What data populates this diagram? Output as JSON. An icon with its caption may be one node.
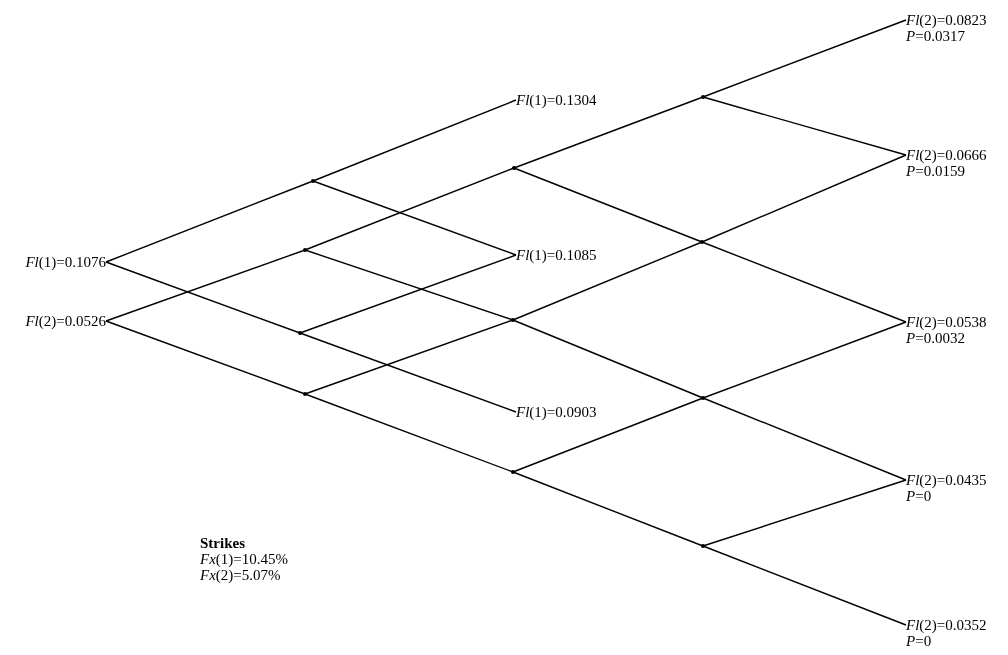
{
  "diagram": {
    "nodes": [
      {
        "text": [
          "*Fl*(1)=0.1076"
        ]
      },
      {
        "text": [
          "*Fl*(2)=0.0526"
        ]
      },
      {
        "text": [],
        "shape": "point"
      },
      {
        "text": [],
        "shape": "point"
      },
      {
        "text": [
          "*Fl*(1)=0.1304"
        ]
      },
      {
        "text": [
          "*Fl*(1)=0.1085"
        ]
      },
      {
        "text": [
          "*Fl*(1)=0.0903"
        ]
      },
      {
        "text": [],
        "shape": "point"
      },
      {
        "text": [],
        "shape": "point"
      },
      {
        "text": [],
        "shape": "point"
      },
      {
        "text": [],
        "shape": "point"
      },
      {
        "text": [],
        "shape": "point"
      },
      {
        "text": [],
        "shape": "point"
      },
      {
        "text": [],
        "shape": "point"
      },
      {
        "text": [],
        "shape": "point"
      },
      {
        "text": [],
        "shape": "point"
      },
      {
        "text": [
          "*Fl*(2)=0.0823",
          "*P*=0.0317"
        ]
      },
      {
        "text": [
          "*Fl*(2)=0.0666",
          "*P*=0.0159"
        ]
      },
      {
        "text": [
          "*Fl*(2)=0.0538",
          "*P*=0.0032"
        ]
      },
      {
        "text": [
          "*Fl*(2)=0.0435",
          "*P*=0"
        ]
      },
      {
        "text": [
          "*Fl*(2)=0.0352",
          "*P*=0"
        ]
      }
    ],
    "edges": [
      {
        "from": 0,
        "to": 2,
        "arrow": "none"
      },
      {
        "from": 0,
        "to": 3,
        "arrow": "none"
      },
      {
        "from": 2,
        "to": 4,
        "arrow": "none"
      },
      {
        "from": 2,
        "to": 5,
        "arrow": "none"
      },
      {
        "from": 3,
        "to": 5,
        "arrow": "none"
      },
      {
        "from": 3,
        "to": 6,
        "arrow": "none"
      },
      {
        "from": 1,
        "to": 7,
        "arrow": "none"
      },
      {
        "from": 1,
        "to": 8,
        "arrow": "none"
      },
      {
        "from": 7,
        "to": 9,
        "arrow": "none"
      },
      {
        "from": 7,
        "to": 10,
        "arrow": "none"
      },
      {
        "from": 8,
        "to": 10,
        "arrow": "none"
      },
      {
        "from": 8,
        "to": 11,
        "arrow": "none"
      },
      {
        "from": 9,
        "to": 12,
        "arrow": "none"
      },
      {
        "from": 9,
        "to": 13,
        "arrow": "none"
      },
      {
        "from": 10,
        "to": 13,
        "arrow": "none"
      },
      {
        "from": 10,
        "to": 14,
        "arrow": "none"
      },
      {
        "from": 11,
        "to": 14,
        "arrow": "none"
      },
      {
        "from": 11,
        "to": 15,
        "arrow": "none"
      },
      {
        "from": 12,
        "to": 16,
        "arrow": "none"
      },
      {
        "from": 12,
        "to": 17,
        "arrow": "none"
      },
      {
        "from": 13,
        "to": 17,
        "arrow": "none"
      },
      {
        "from": 13,
        "to": 18,
        "arrow": "none"
      },
      {
        "from": 14,
        "to": 18,
        "arrow": "none"
      },
      {
        "from": 14,
        "to": 19,
        "arrow": "none"
      },
      {
        "from": 15,
        "to": 19,
        "arrow": "none"
      },
      {
        "from": 15,
        "to": 20,
        "arrow": "none"
      }
    ],
    "labels": [
      "Strikes",
      "*Fx*(1)=10.45%",
      "*Fx*(2)=5.07%"
    ]
  }
}
